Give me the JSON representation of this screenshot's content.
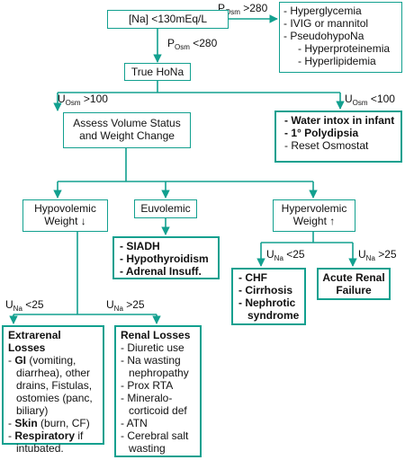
{
  "labels": {
    "posm_gt": {
      "pre": "P",
      "sub": "Osm",
      "post": " >280"
    },
    "posm_lt": {
      "pre": "P",
      "sub": "Osm",
      "post": " <280"
    },
    "uosm_gt": {
      "pre": "U",
      "sub": "Osm",
      "post": " >100"
    },
    "uosm_lt": {
      "pre": "U",
      "sub": "Osm",
      "post": " <100"
    },
    "una_lt_hyper": {
      "pre": "U",
      "sub": "Na",
      "post": " <25"
    },
    "una_gt_hyper": {
      "pre": "U",
      "sub": "Na",
      "post": " >25"
    },
    "una_lt_hypo": {
      "pre": "U",
      "sub": "Na",
      "post": " <25"
    },
    "una_gt_hypo": {
      "pre": "U",
      "sub": "Na",
      "post": " >25"
    }
  },
  "na_box": "[Na] <130mEq/L",
  "hyperosm": {
    "l1": "- Hyperglycemia",
    "l2": "- IVIG or mannitol",
    "l3": "- PseudohypoNa",
    "l4": "- Hyperproteinemia",
    "l5": "- Hyperlipidemia"
  },
  "true_hona": "True HoNa",
  "assess": {
    "l1": "Assess Volume Status",
    "l2": "and Weight Change"
  },
  "low_uosm": {
    "l1": "- Water intox in infant",
    "l2": "- 1° Polydipsia",
    "l3": "- Reset Osmostat"
  },
  "hypovolemic": {
    "l1": "Hypovolemic",
    "l2": "Weight ↓"
  },
  "euvolemic": "Euvolemic",
  "hypervolemic": {
    "l1": "Hypervolemic",
    "l2": "Weight ↑"
  },
  "euvo_causes": {
    "l1": "- SIADH",
    "l2": "- Hypothyroidism",
    "l3": "- Adrenal Insuff."
  },
  "chf_box": {
    "l1": "- CHF",
    "l2": "- Cirrhosis",
    "l3": "- Nephrotic",
    "l4": "syndrome"
  },
  "arf_box": {
    "l1": "Acute Renal",
    "l2": "Failure"
  },
  "extrarenal": {
    "title": "Extrarenal Losses",
    "gi_bullet": "- ",
    "gi_bold": "GI",
    "gi_rest": " (vomiting,",
    "l2": "diarrhea), other",
    "l3": "drains, Fistulas,",
    "l4": "ostomies (panc,",
    "l5": "biliary)",
    "skin_bullet": "- ",
    "skin_bold": "Skin",
    "skin_rest": " (burn, CF)",
    "resp_bullet": "- ",
    "resp_bold": "Respiratory",
    "resp_rest": " if",
    "l8": "intubated."
  },
  "renal": {
    "title": "Renal Losses",
    "l1": "- Diuretic use",
    "l2": "- Na wasting",
    "l3": "nephropathy",
    "l4": "- Prox RTA",
    "l5": "- Mineralo-",
    "l6": "corticoid def",
    "l7": "- ATN",
    "l8": "- Cerebral salt",
    "l9": "wasting"
  },
  "colors": {
    "accent": "#12a08f",
    "text": "#111111"
  }
}
